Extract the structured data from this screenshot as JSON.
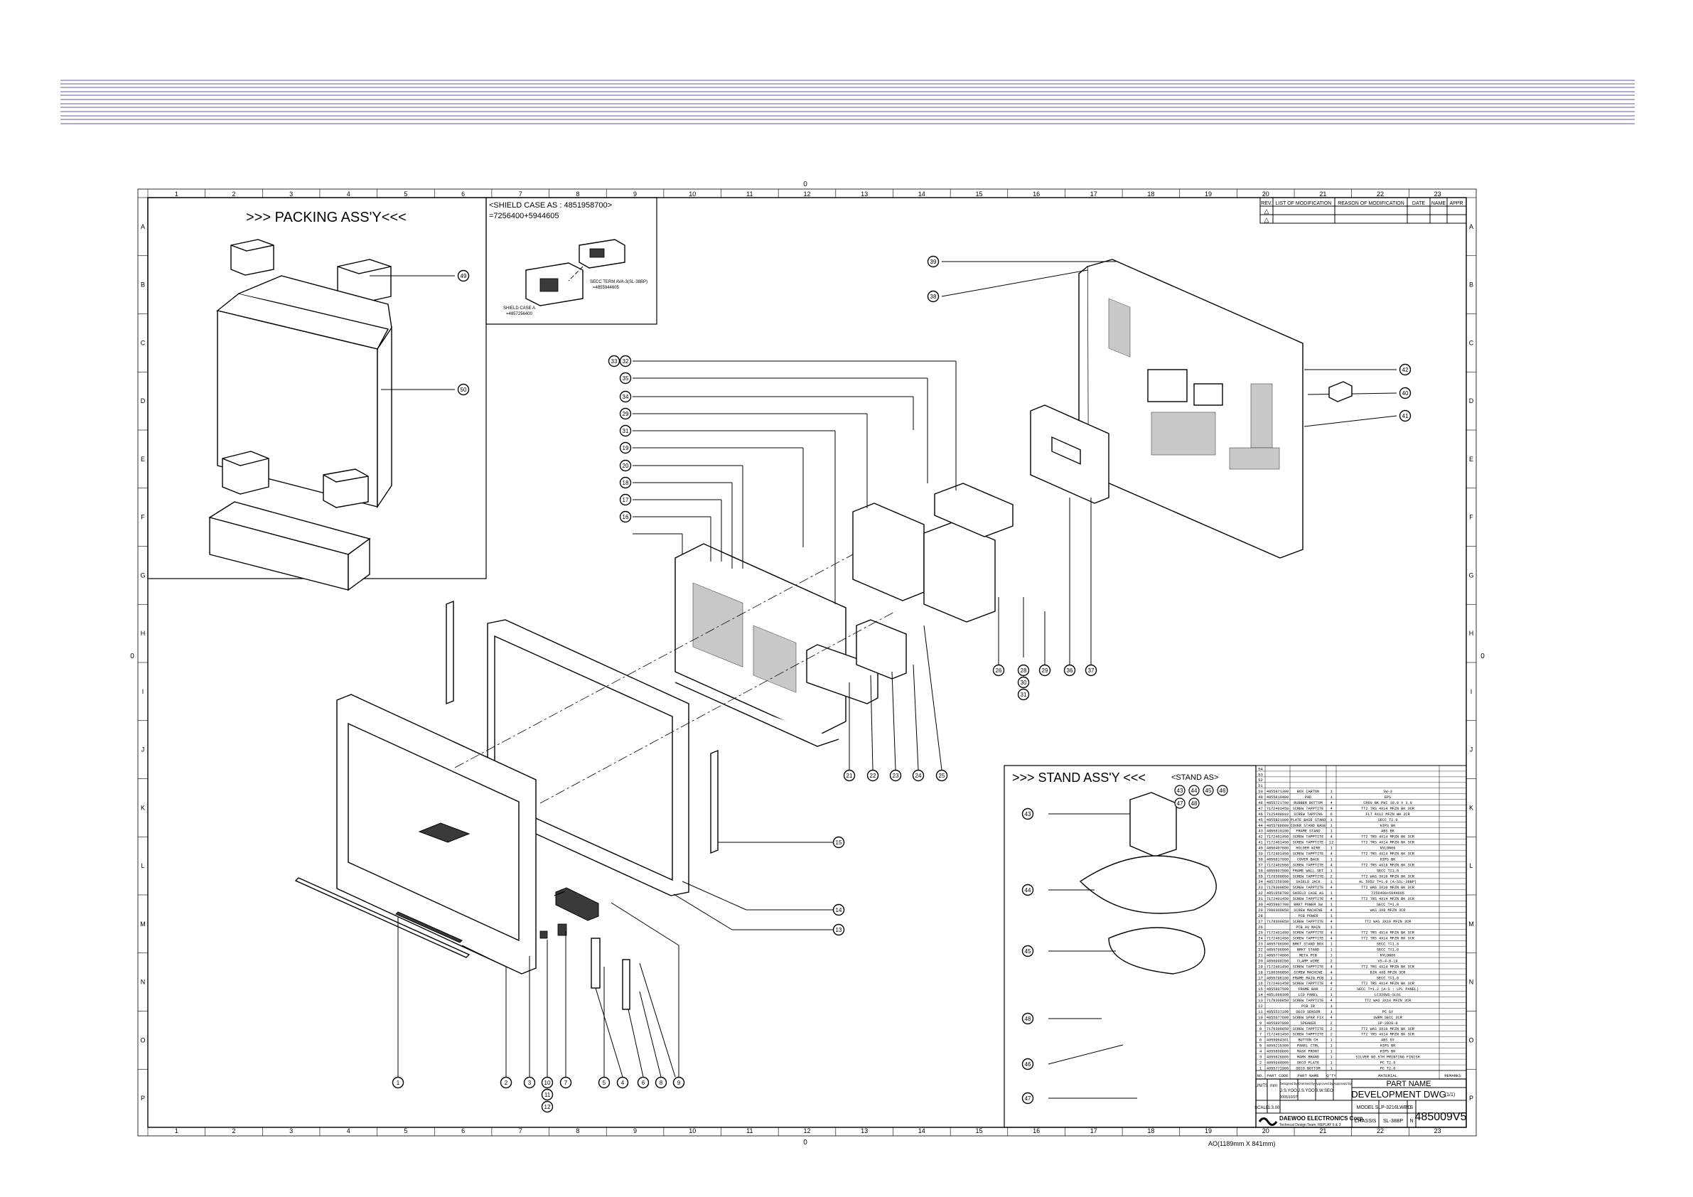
{
  "drawing": {
    "center_mark": "0",
    "sheet_size": "AO(1189mm X 841mm)",
    "col_labels": [
      "1",
      "2",
      "3",
      "4",
      "5",
      "6",
      "7",
      "8",
      "9",
      "10",
      "11",
      "12",
      "13",
      "14",
      "15",
      "16",
      "17",
      "18",
      "19",
      "20",
      "21",
      "22",
      "23"
    ],
    "row_labels": [
      "A",
      "B",
      "C",
      "D",
      "E",
      "F",
      "G",
      "H",
      "I",
      "J",
      "K",
      "L",
      "M",
      "N",
      "O",
      "P"
    ]
  },
  "revision_table": {
    "headers": [
      "REV.",
      "LIST OF MODIFICATION",
      "REASON OF MODIFICATION",
      "DATE",
      "NAME",
      "APPR"
    ],
    "rows": [
      "△",
      "△"
    ]
  },
  "packing": {
    "title": ">>> PACKING ASS'Y<<<",
    "callouts": [
      "49",
      "50"
    ]
  },
  "shield": {
    "title_line1": "<SHIELD CASE AS : 4851958700>",
    "title_line2": "=7256400+5944605",
    "label_a": "SHIELD CASE A",
    "label_a_code": "=4857256400",
    "label_b": "SECC TERM AVA-3(SL-38BP)",
    "label_b_code": "=4855944605"
  },
  "stand": {
    "title": ">>> STAND ASS'Y <<<",
    "sub_title": "<STAND AS>",
    "stand_as_nums": [
      "43",
      "44",
      "45",
      "46",
      "47",
      "48"
    ],
    "callouts": [
      "43",
      "44",
      "45",
      "48",
      "46",
      "47"
    ]
  },
  "main_callouts": {
    "left_column": [
      "33",
      "32",
      "35",
      "34",
      "29",
      "31",
      "19",
      "20",
      "18",
      "17",
      "16"
    ],
    "back_cover": [
      "39",
      "38",
      "42",
      "40",
      "41"
    ],
    "mid_bottom": [
      "26",
      "28",
      "30",
      "31",
      "29",
      "36",
      "37"
    ],
    "lower_row": [
      "21",
      "22",
      "23",
      "24",
      "25"
    ],
    "side_bracket": [
      "15",
      "14",
      "13"
    ],
    "bottom_row": [
      "1",
      "2",
      "3",
      "10",
      "11",
      "12",
      "7",
      "5",
      "4",
      "6",
      "8",
      "9"
    ]
  },
  "bom": {
    "rows": [
      [
        "54",
        "",
        "",
        "",
        ""
      ],
      [
        "53",
        "",
        "",
        "",
        ""
      ],
      [
        "52",
        "",
        "",
        "",
        ""
      ],
      [
        "51",
        "",
        "",
        "",
        ""
      ],
      [
        "50",
        "4855871300",
        "BOX CARTON",
        "1",
        "SW-3"
      ],
      [
        "49",
        "4855810400",
        "PAD",
        "1",
        "EPS"
      ],
      [
        "48",
        "4855721700",
        "RUBBER BOTTOM",
        "4",
        "CR60 BK PHI 18.6 X 3.0"
      ],
      [
        "47",
        "7172401450",
        "SCREW TAPPTITE",
        "4",
        "TT2 TRS 4X14 MFZN BK 3CR"
      ],
      [
        "46",
        "7125400010",
        "SCREW TAPPING",
        "6",
        "FLT 4X12 MFZN WH 3CR"
      ],
      [
        "45",
        "4855821000",
        "PLATE BASE STAND",
        "1",
        "SECC T2.0"
      ],
      [
        "44",
        "4855798600",
        "COVER STAND BASE",
        "1",
        "HIPS BK"
      ],
      [
        "43",
        "4855810100",
        "FRAME STAND",
        "1",
        "ABS BK"
      ],
      [
        "42",
        "7172401450",
        "SCREW TAPPTITE",
        "4",
        "TT2 TRS 4X14 MFZN BK 3CR"
      ],
      [
        "41",
        "7172401450",
        "SCREW TAPPTITE",
        "12",
        "TT2 TRS 4X14 MFZN BK 3CR"
      ],
      [
        "40",
        "4856407600",
        "HOLDER WIRE",
        "1",
        "NYLON66"
      ],
      [
        "39",
        "7172401450",
        "SCREW TAPPTITE",
        "4",
        "TT2 TRS 4X14 MFZN BK 3CR"
      ],
      [
        "38",
        "4855817900",
        "COVER BACK",
        "1",
        "HIPS BK"
      ],
      [
        "37",
        "7172402550",
        "SCREW TAPPTITE",
        "4",
        "TT2 TRS 4X18 MFZN BK 3CR"
      ],
      [
        "36",
        "4855807500",
        "FRAME WALL SET",
        "1",
        "SECC T=1.0"
      ],
      [
        "35",
        "7178300850",
        "SCREW TAPPTITE",
        "2",
        "TT2 WAS 3X10 MFZN BK 3CR"
      ],
      [
        "34",
        "4857259300",
        "SHIELD JACK",
        "1",
        "AL 5052 T=1.0 (A-SSL-38BP)"
      ],
      [
        "33",
        "7178300850",
        "SCREW TAPPTITE",
        "4",
        "TT2 WAS 3X10 MFZN BK 3CR"
      ],
      [
        "32",
        "4851958700",
        "SHIELD CASE AS",
        "1",
        "7256400+5944605"
      ],
      [
        "31",
        "7172401450",
        "SCREW TAPPTITE",
        "4",
        "TT2 TRS 4X14 MFZN BK 3CR"
      ],
      [
        "30",
        "4855807700",
        "BRKT POWER SW",
        "1",
        "SECC T=1.0"
      ],
      [
        "29",
        "7980300850",
        "SCREW MACHINE",
        "4",
        "WAS 3X8 MFZN 3CR"
      ],
      [
        "28",
        "",
        "PCB POWER",
        "1",
        ""
      ],
      [
        "27",
        "7178300850",
        "SCREW TAPPTITE",
        "4",
        "TT2 WAS 3X10 MFZN 3CR"
      ],
      [
        "26",
        "",
        "PCB AV MAIN",
        "1",
        ""
      ],
      [
        "25",
        "7172401450",
        "SCREW TAPPTITE",
        "4",
        "TT2 TRS 4X14 MFZN BK 3CR"
      ],
      [
        "24",
        "7172401450",
        "SCREW TAPPTITE",
        "4",
        "TT2 TRS 4X14 MFZN BK 3CR"
      ],
      [
        "23",
        "4855796900",
        "BRKT STAND BOX",
        "1",
        "SECC T=1.6"
      ],
      [
        "22",
        "4855796800",
        "BRKT STAND",
        "1",
        "SECC T=1.6"
      ],
      [
        "21",
        "4855774800",
        "META PCB",
        "1",
        "NYLON66"
      ],
      [
        "20",
        "4856990200",
        "CLAMP WIRE",
        "2",
        "VS-4-8-19"
      ],
      [
        "19",
        "7172401450",
        "SCREW TAPPTITE",
        "4",
        "TT2 TRS 4X14 MFZN BK 3CR"
      ],
      [
        "18",
        "7180300850",
        "SCREW MACHINE",
        "4",
        "BIN 4X6 MFZN 3CR"
      ],
      [
        "17",
        "4855798100",
        "FRAME MAIN PCB",
        "1",
        "SECC T=1.0"
      ],
      [
        "16",
        "7172401450",
        "SCREW TAPPTITE",
        "4",
        "TT2 TRS 4X14 MFZN BK 3CR"
      ],
      [
        "15",
        "4855807500",
        "FRAME BAR",
        "2",
        "SECC T=1.2 (A-S : LPL PANEL)"
      ],
      [
        "14",
        "485L000300",
        "LCD PANEL",
        "1",
        "LC320WS-SL01"
      ],
      [
        "13",
        "7178300850",
        "SCREW TAPPTITE",
        "4",
        "TT2 WAS 3X10 MFZN 3CR"
      ],
      [
        "12",
        "",
        "PCB IR",
        "1",
        ""
      ],
      [
        "11",
        "4855537100",
        "DECO SENSOR",
        "1",
        "PC GY"
      ],
      [
        "10",
        "4855677600",
        "SCREW SPKR FIX",
        "4",
        "SWRM SECC 3CR"
      ],
      [
        "9",
        "4855807800",
        "SPEAKER",
        "2",
        "SP-2028-8"
      ],
      [
        "8",
        "7178300850",
        "SCREW TAPPTITE",
        "2",
        "TT2 WAS 3X10 MFZN BK 3CR"
      ],
      [
        "7",
        "7172401450",
        "SCREW TAPPTITE",
        "2",
        "TT2 TRS 4X14 MFZN BK 3CR"
      ],
      [
        "6",
        "4855964301",
        "BUTTON CH",
        "1",
        "ABS GY"
      ],
      [
        "5",
        "4856215300",
        "PANEL CTRL",
        "1",
        "HIPS BK"
      ],
      [
        "4",
        "4855809800",
        "MASK FRONT",
        "1",
        "HIPS BK"
      ],
      [
        "3",
        "4855826800",
        "MARK BRAND",
        "1",
        "SILVER NO.5TH PRINTING FINISH"
      ],
      [
        "2",
        "4855944900",
        "DECO PLATE",
        "1",
        "PC T2.5"
      ],
      [
        "1",
        "4855771900",
        "DECO BOTTOM",
        "1",
        "PC T2.0"
      ]
    ],
    "header": [
      "NO.",
      "PART CODE",
      "PART NAME",
      "Q'TY",
      "MATERIAL",
      "REMARKS"
    ]
  },
  "title_block": {
    "part_name_label": "PART NAME",
    "dwg_name": "DEVELOPMENT DWG",
    "sheet": "(1/1)",
    "units_label": "UNITS",
    "units_value": "mm",
    "roles": [
      "Designed by",
      "Checked by",
      "Approved by",
      "Approved by"
    ],
    "names": [
      "J.S.YOO",
      "J.S.YOO",
      "B.W.SEO",
      ""
    ],
    "date": "2005/10/27",
    "scale_label": "SCALE",
    "scale_value": "1:3.00",
    "company": "DAEWOO ELECTRONICS Corp.",
    "dept": "Technical Design Team, REPLAY 6 & 3",
    "model_label": "MODEL",
    "model_value": "SLP-3216LWBD",
    "chassis_label": "CHASSIS",
    "chassis_value": "SL-38BP",
    "rev_s": "S",
    "rev_n": "N",
    "dwg_no": "485009V5"
  }
}
